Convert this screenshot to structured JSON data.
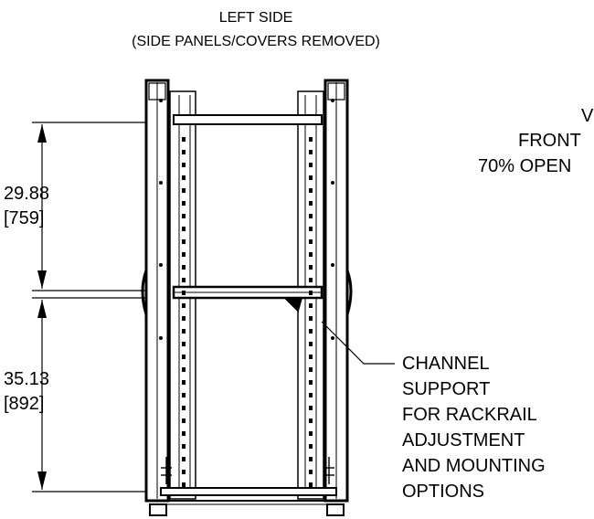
{
  "title": {
    "line1": "LEFT SIDE",
    "line2": "(SIDE PANELS/COVERS REMOVED)"
  },
  "dimensions": [
    {
      "value": "29.88",
      "metric": "[759]"
    },
    {
      "value": "35.13",
      "metric": "[892]"
    }
  ],
  "side_note": {
    "line1": "V",
    "line2": "FRONT",
    "line3": "70% OPEN"
  },
  "callout": {
    "lines": [
      "CHANNEL",
      "SUPPORT",
      "FOR RACKRAIL",
      "ADJUSTMENT",
      "AND MOUNTING",
      "OPTIONS"
    ]
  },
  "colors": {
    "line": "#000000",
    "background": "#ffffff"
  }
}
